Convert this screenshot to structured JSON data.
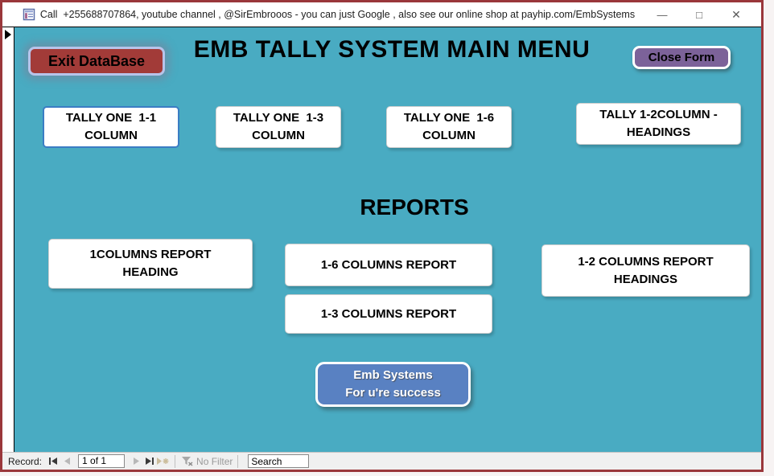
{
  "window": {
    "title": "Call  +255688707864, youtube channel , @SirEmbrooos - you can just Google , also see our online shop at payhip.com/EmbSystems",
    "minimize_glyph": "—",
    "maximize_glyph": "□",
    "close_glyph": "✕"
  },
  "header": {
    "exit_button_label": "Exit DataBase",
    "title": "EMB TALLY SYSTEM MAIN MENU",
    "close_button_label": "Close Form"
  },
  "tally_buttons": [
    {
      "label": "TALLY ONE  1-1\nCOLUMN"
    },
    {
      "label": "TALLY ONE  1-3\nCOLUMN"
    },
    {
      "label": "TALLY ONE  1-6\nCOLUMN"
    },
    {
      "label": "TALLY 1-2COLUMN -\nHEADINGS"
    }
  ],
  "reports": {
    "heading": "REPORTS",
    "buttons": [
      {
        "label": "1COLUMNS REPORT\nHEADING"
      },
      {
        "label": "1-6 COLUMNS REPORT"
      },
      {
        "label": "1-2 COLUMNS REPORT\nHEADINGS"
      },
      {
        "label": "1-3 COLUMNS REPORT"
      }
    ]
  },
  "brand_button": {
    "line1": "Emb Systems",
    "line2": "For u're success"
  },
  "record_nav": {
    "label": "Record:",
    "position": "1 of 1",
    "no_filter_label": "No Filter",
    "search_value": "Search"
  },
  "colors": {
    "canvas_teal": "#49ABC2",
    "frame_red": "#9A373B",
    "exit_button_bg": "#A23B38",
    "close_button_bg": "#7C6299",
    "brand_button_bg": "#5981C2",
    "focused_border_blue": "#3B7DC4"
  }
}
